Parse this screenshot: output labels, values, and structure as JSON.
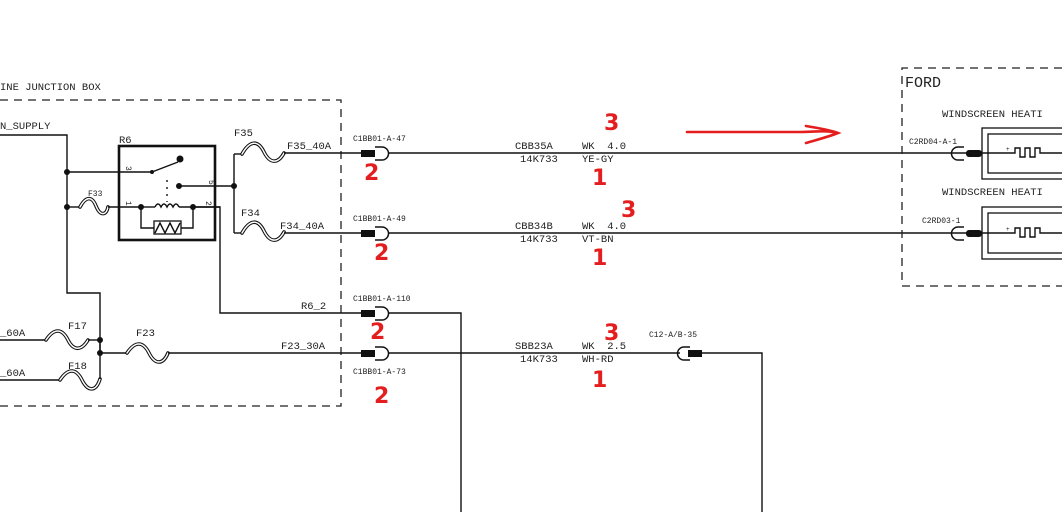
{
  "diagram": {
    "title_left_box": "INE JUNCTION BOX",
    "supply_label": "N_SUPPLY",
    "relay": {
      "name": "R6",
      "pins": [
        "3",
        "1",
        "5",
        "2"
      ]
    },
    "fuses": {
      "f35": {
        "name": "F35",
        "out": "F35_40A"
      },
      "f34": {
        "name": "F34",
        "out": "F34_40A"
      },
      "f33": {
        "name": "F33"
      },
      "f17": {
        "name": "F17",
        "in": "_60A"
      },
      "f18": {
        "name": "F18",
        "in": "_60A"
      },
      "f23": {
        "name": "F23",
        "out": "F23_30A"
      }
    },
    "r6_out": "R6_2",
    "connectors": {
      "c47": "C1BB01-A-47",
      "c49": "C1BB01-A-49",
      "c110": "C1BB01-A-110",
      "c73": "C1BB01-A-73",
      "c12": "C12-A/B-35",
      "c2rd04": "C2RD04-A-1",
      "c2rd03": "C2RD03-1"
    },
    "wires": [
      {
        "circuit": "CBB35A",
        "spec": "WK  4.0",
        "harness": "14K733",
        "color": "YE-GY"
      },
      {
        "circuit": "CBB34B",
        "spec": "WK  4.0",
        "harness": "14K733",
        "color": "VT-BN"
      },
      {
        "circuit": "SBB23A",
        "spec": "WK  2.5",
        "harness": "14K733",
        "color": "WH-RD"
      }
    ],
    "ford_box": {
      "title": "FORD",
      "heater1": "WINDSCREEN HEATI",
      "heater2": "WINDSCREEN HEATI"
    }
  },
  "annotations": {
    "color": "#e41e1e",
    "marks": [
      "3",
      "2",
      "1",
      "3",
      "2",
      "1",
      "2",
      "3",
      "2",
      "1"
    ]
  }
}
